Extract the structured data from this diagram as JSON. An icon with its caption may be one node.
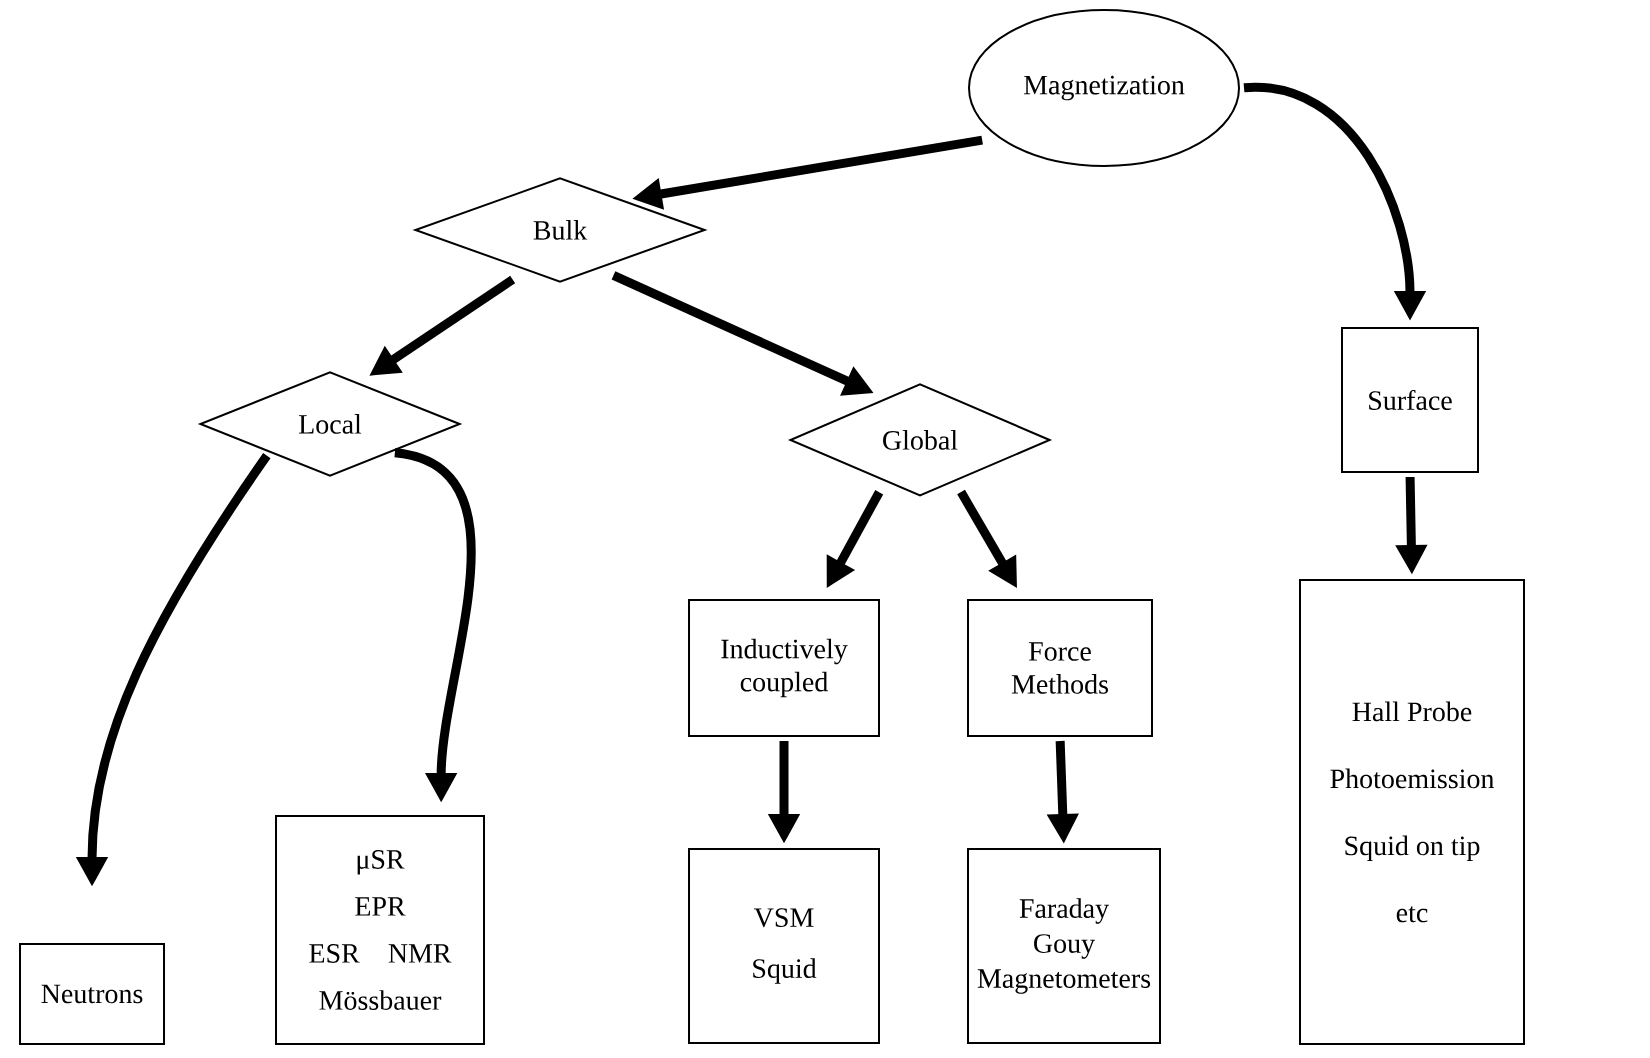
{
  "diagram": {
    "nodes": [
      {
        "text": [
          "Magnetization"
        ]
      },
      {
        "text": [
          "Bulk"
        ]
      },
      {
        "text": [
          "Local"
        ]
      },
      {
        "text": [
          "Global"
        ]
      },
      {
        "text": [
          "Surface"
        ]
      },
      {
        "text": [
          "Neutrons"
        ]
      },
      {
        "text": [
          "μSR",
          "EPR",
          "ESR",
          "NMR",
          "Mössbauer"
        ]
      },
      {
        "text": [
          "Inductively coupled"
        ]
      },
      {
        "text": [
          "Force Methods"
        ]
      },
      {
        "text": [
          "VSM",
          "Squid"
        ]
      },
      {
        "text": [
          "Faraday",
          "Gouy",
          "Magnetometers"
        ]
      },
      {
        "text": [
          "Hall Probe",
          "Photoemission",
          "Squid on tip",
          "etc"
        ]
      }
    ],
    "edges": [
      {
        "from": 0,
        "to": 1,
        "arrow": "to"
      },
      {
        "from": 0,
        "to": 4,
        "arrow": "to"
      },
      {
        "from": 1,
        "to": 2,
        "arrow": "to"
      },
      {
        "from": 1,
        "to": 3,
        "arrow": "to"
      },
      {
        "from": 2,
        "to": 5,
        "arrow": "to"
      },
      {
        "from": 2,
        "to": 6,
        "arrow": "to"
      },
      {
        "from": 3,
        "to": 7,
        "arrow": "to"
      },
      {
        "from": 3,
        "to": 8,
        "arrow": "to"
      },
      {
        "from": 7,
        "to": 9,
        "arrow": "to"
      },
      {
        "from": 8,
        "to": 10,
        "arrow": "to"
      },
      {
        "from": 4,
        "to": 11,
        "arrow": "to"
      }
    ]
  }
}
